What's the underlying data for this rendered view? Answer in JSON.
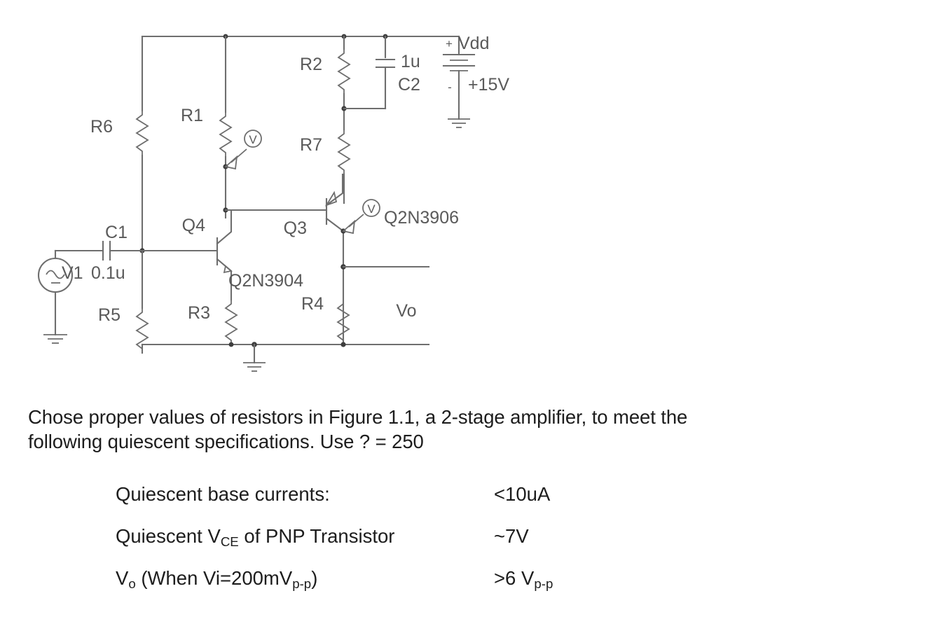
{
  "figure": {
    "caption_ref": "Figure 1.1",
    "components": {
      "r1": "R1",
      "r2": "R2",
      "r3": "R3",
      "r4": "R4",
      "r5": "R5",
      "r6": "R6",
      "r7": "R7",
      "c1": "C1",
      "c1_value": "0.1u",
      "c2": "C2",
      "c2_value": "1u",
      "v1": "V1",
      "q3": "Q3",
      "q4": "Q4",
      "q3_part": "Q2N3906",
      "q4_part": "Q2N3904",
      "vdd": "Vdd",
      "vdd_value": "+15V",
      "vout": "Vo",
      "plus_sign": "+",
      "minus_sign": "-",
      "probe_glyph": "V"
    }
  },
  "prose": {
    "line1": "Chose proper values of resistors in Figure 1.1, a 2-stage amplifier, to meet the",
    "line2": "following quiescent specifications. Use ? = 250"
  },
  "specs": [
    {
      "label_pre": "Quiescent base currents:",
      "label_sub": "",
      "label_post": "",
      "value_pre": "<10uA",
      "value_sub": "",
      "value_post": ""
    },
    {
      "label_pre": "Quiescent V",
      "label_sub": "CE",
      "label_post": " of PNP Transistor",
      "value_pre": "~7V",
      "value_sub": "",
      "value_post": ""
    },
    {
      "label_pre": "V",
      "label_sub": "o",
      "label_post": " (When Vi=200mV",
      "label_sub2": "p-p",
      "label_post2": ")",
      "value_pre": ">6 V",
      "value_sub": "p-p",
      "value_post": ""
    }
  ],
  "colors": {
    "background": "#ffffff",
    "wire": "#6e6e6e",
    "schematic_text": "#5a5a5a",
    "body_text": "#1d1d1d"
  }
}
